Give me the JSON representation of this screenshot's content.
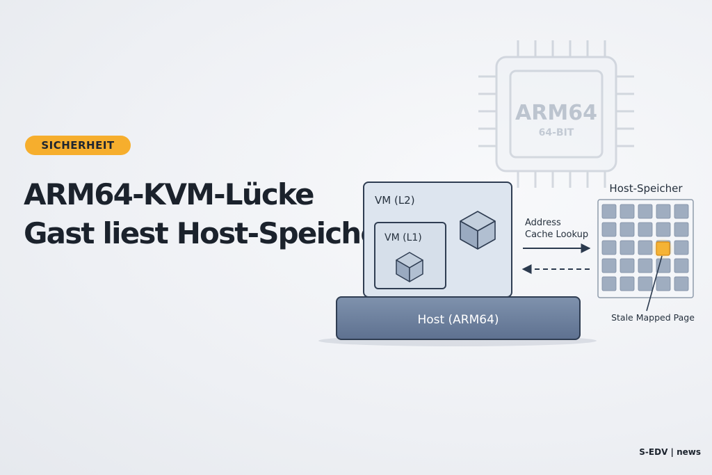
{
  "badge": "SICHERHEIT",
  "headline": {
    "line1": "ARM64-KVM-Lücke",
    "line2": "Gast liest Host-Speicher"
  },
  "diagram": {
    "chip_line1": "ARM64",
    "chip_line2": "64-BIT",
    "vm_outer": "VM (L2)",
    "vm_inner": "VM (L1)",
    "host": "Host (ARM64)",
    "arrow_line1": "Address",
    "arrow_line2": "Cache Lookup",
    "memory_title": "Host-Speicher",
    "stale_label": "Stale Mapped Page"
  },
  "colors": {
    "badge": "#f6ae2d",
    "highlight_page": "#f5b335",
    "host_bar": "#6e819c",
    "vm_box": "#dbe3ee"
  },
  "footer": "S-EDV | news"
}
